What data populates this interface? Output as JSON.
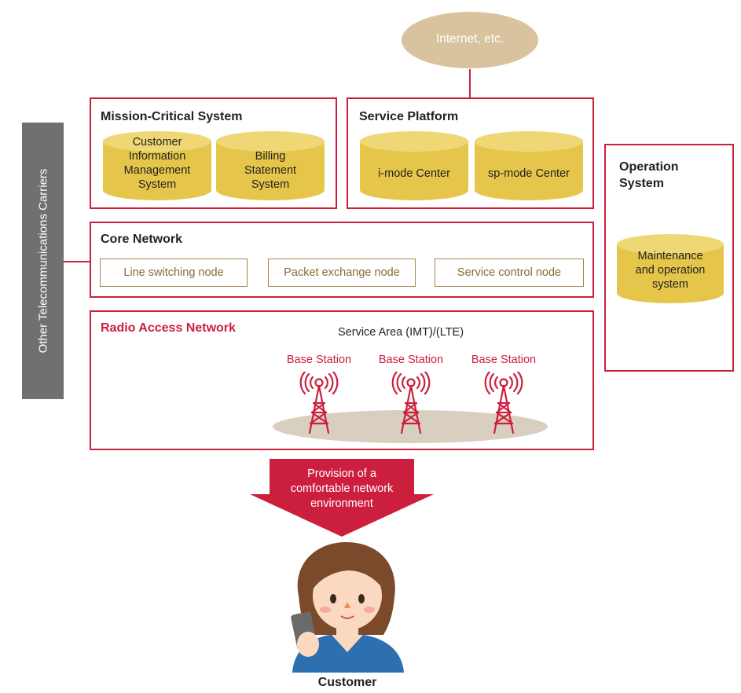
{
  "internet": {
    "label": "Internet, etc."
  },
  "other_carriers": {
    "label": "Other Telecommunications Carriers"
  },
  "mission_critical": {
    "title": "Mission-Critical System",
    "cylinders": [
      {
        "lines": [
          "Customer",
          "Information",
          "Management",
          "System"
        ]
      },
      {
        "lines": [
          "Billing",
          "Statement",
          "System"
        ]
      }
    ]
  },
  "service_platform": {
    "title": "Service Platform",
    "cylinders": [
      {
        "lines": [
          "i-mode Center"
        ]
      },
      {
        "lines": [
          "sp-mode Center"
        ]
      }
    ]
  },
  "operation_system": {
    "title_lines": [
      "Operation",
      "System"
    ],
    "cylinder": {
      "lines": [
        "Maintenance",
        "and operation",
        "system"
      ]
    }
  },
  "core_network": {
    "title": "Core Network",
    "nodes": [
      "Line switching node",
      "Packet exchange node",
      "Service control node"
    ]
  },
  "radio_access": {
    "title": "Radio Access Network",
    "service_area": "Service Area (IMT)/(LTE)",
    "base_stations": [
      "Base Station",
      "Base Station",
      "Base Station"
    ]
  },
  "provision_arrow": {
    "lines": [
      "Provision of a",
      "comfortable network",
      "environment"
    ]
  },
  "customer": {
    "label": "Customer"
  },
  "colors": {
    "accent_red": "#cc1f3e",
    "cylinder_fill": "#e6c64a",
    "internet_fill": "#d9c39e",
    "node_border": "#a8844a",
    "side_bar": "#707070"
  }
}
